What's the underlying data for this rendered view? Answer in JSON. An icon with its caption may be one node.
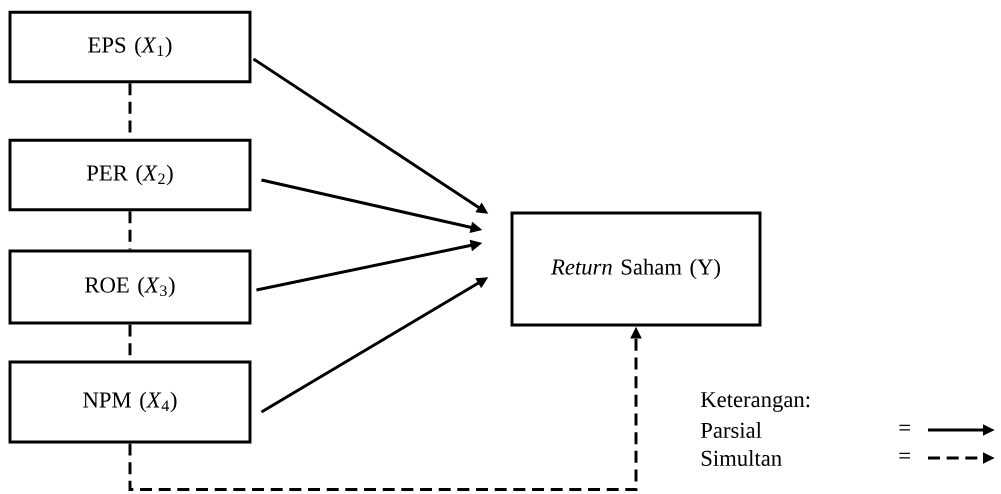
{
  "diagram": {
    "nodes": [
      {
        "text": [
          "EPS (*X*$_{1}$)"
        ]
      },
      {
        "text": [
          "PER (*X*$_{2}$)"
        ]
      },
      {
        "text": [
          "ROE (*X*$_{3}$)"
        ]
      },
      {
        "text": [
          "NPM (*X*$_{4}$)"
        ]
      },
      {
        "text": [
          "*Return* Saham (Y)"
        ]
      }
    ],
    "edges": [
      {
        "from": 0,
        "to": 4,
        "arrow": "to"
      },
      {
        "from": 1,
        "to": 4,
        "arrow": "to"
      },
      {
        "from": 2,
        "to": 4,
        "arrow": "to"
      },
      {
        "from": 3,
        "to": 4,
        "arrow": "to"
      },
      {
        "from": 0,
        "to": 1,
        "arrow": "none",
        "style": "dashed"
      },
      {
        "from": 1,
        "to": 2,
        "arrow": "none",
        "style": "dashed"
      },
      {
        "from": 2,
        "to": 3,
        "arrow": "none",
        "style": "dashed"
      },
      {
        "from": 3,
        "to": 4,
        "arrow": "to",
        "style": "dashed"
      }
    ],
    "labels": [
      "Keterangan:",
      "=",
      "="
    ],
    "legend": [
      {
        "text": "Parsial"
      },
      {
        "text": "Simultan"
      }
    ]
  }
}
